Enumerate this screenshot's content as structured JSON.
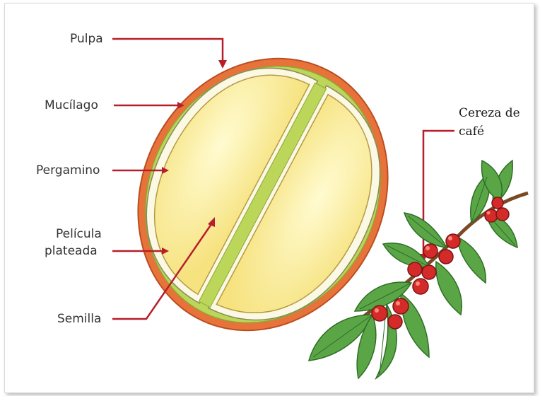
{
  "diagram": {
    "labels": {
      "pulpa": "Pulpa",
      "mucilago": "Mucílago",
      "pergamino": "Pergamino",
      "pelicula_line1": "Película",
      "pelicula_line2": "plateada",
      "semilla": "Semilla",
      "cereza_line1": "Cereza de",
      "cereza_line2": "café"
    },
    "colors": {
      "pointer": "#b81e2a",
      "pulp": "#e8733a",
      "mucilage": "#bcd65a",
      "parchment": "#fbf8e4",
      "seed": "#fbee9c",
      "leaf": "#4e9a3e",
      "cherry": "#d42a2a"
    }
  }
}
